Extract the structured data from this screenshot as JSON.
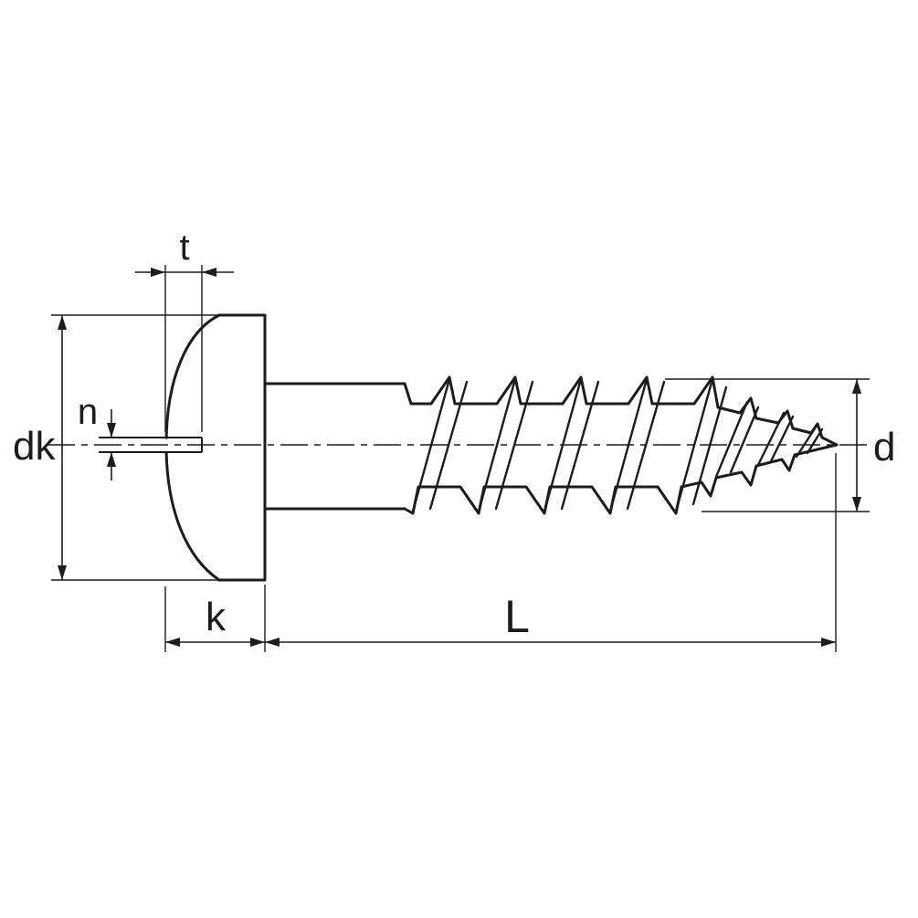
{
  "diagram": {
    "background": "#ffffff",
    "line_color": "#1c1c1c",
    "labels": {
      "t": "t",
      "n": "n",
      "dk": "dk",
      "k": "k",
      "L": "L",
      "d": "d"
    }
  }
}
